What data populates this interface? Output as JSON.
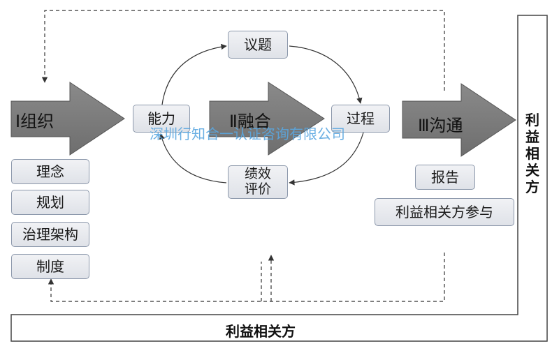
{
  "arrows": {
    "organization": "Ⅰ组织",
    "integration": "Ⅱ融合",
    "communication": "Ⅲ沟通"
  },
  "cycle": {
    "issues": "议题",
    "capability": "能力",
    "process": "过程",
    "performance_eval": "绩效\n评价"
  },
  "organization_items": [
    "理念",
    "规划",
    "治理架构",
    "制度"
  ],
  "communication_items": [
    "报告",
    "利益相关方参与"
  ],
  "stakeholders": {
    "bottom": "利益相关方",
    "right": "利\n益\n相\n关\n方"
  },
  "watermark": "深圳行知合一认证咨询有限公司",
  "colors": {
    "arrow_fill": "#7f7f7f",
    "box_border": "#8c98ab",
    "watermark": "#5aa7e0"
  }
}
